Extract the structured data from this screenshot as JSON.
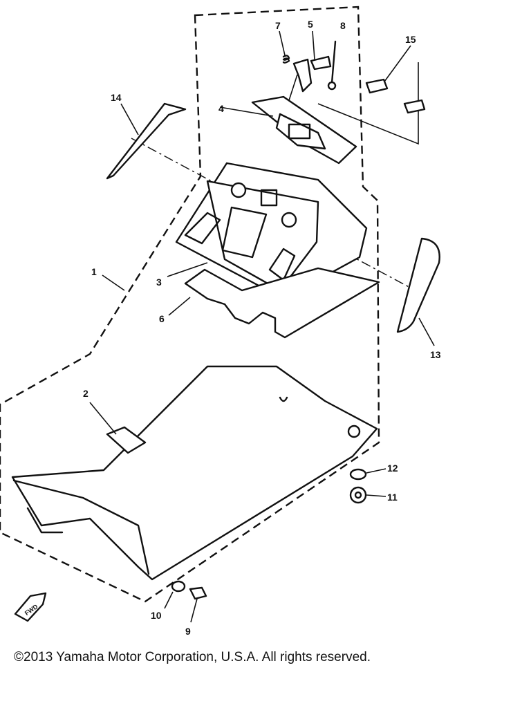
{
  "callouts": [
    {
      "id": "c1",
      "text": "1"
    },
    {
      "id": "c2",
      "text": "2"
    },
    {
      "id": "c3",
      "text": "3"
    },
    {
      "id": "c4",
      "text": "4"
    },
    {
      "id": "c5",
      "text": "5"
    },
    {
      "id": "c6",
      "text": "6"
    },
    {
      "id": "c7",
      "text": "7"
    },
    {
      "id": "c8",
      "text": "8"
    },
    {
      "id": "c9",
      "text": "9"
    },
    {
      "id": "c10",
      "text": "10"
    },
    {
      "id": "c11",
      "text": "11"
    },
    {
      "id": "c12",
      "text": "12"
    },
    {
      "id": "c13",
      "text": "13"
    },
    {
      "id": "c14",
      "text": "14"
    },
    {
      "id": "c15",
      "text": "15"
    }
  ],
  "front_arrow_label": "FWD",
  "copyright": "©2013 Yamaha Motor Corporation, U.S.A. All rights reserved."
}
